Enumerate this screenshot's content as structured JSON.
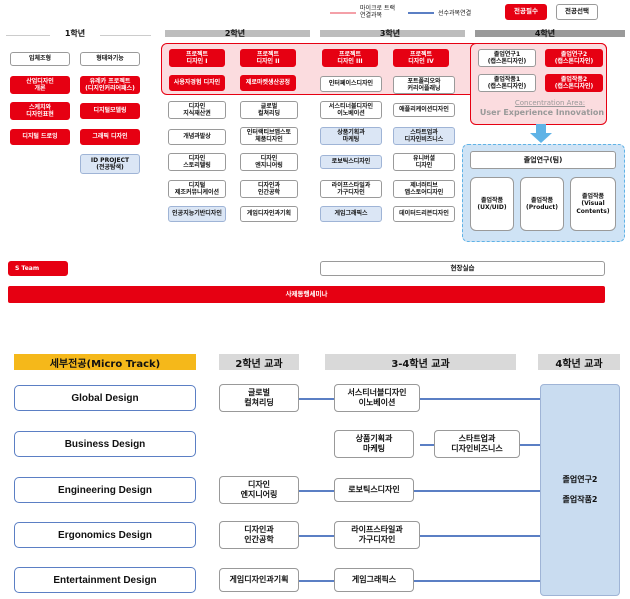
{
  "legend": {
    "micro_track": "마이크로 트랙\n연결과목",
    "prerequisite": "선수과목연결",
    "required": "전공필수",
    "elective": "전공선택",
    "colors": {
      "red": "#e60012",
      "blue": "#5b7fc4",
      "pink": "#f4a0a8",
      "light_blue": "#dbe6f5",
      "focus_blue": "#cfe3f5"
    }
  },
  "years": [
    "1학년",
    "2학년",
    "3학년",
    "4학년"
  ],
  "year1": {
    "col1": [
      "입체조형",
      "산업디자인\n개론",
      "스케치와\n디자인표현",
      "디지털 드로잉"
    ],
    "col2": [
      "형태와기능",
      "유레카 프로젝트\n(디지인커리어패스)",
      "디지털모델링",
      "그래픽 디자인",
      "ID PROJECT\n(전공탐색)"
    ]
  },
  "year2": {
    "projects": [
      "프로젝트\n디자인 I",
      "프로젝트\n디자인 II"
    ],
    "red2": [
      "사용자경험 디자인",
      "제로마켓생산공정"
    ],
    "col1": [
      "디자인\n지식재산권",
      "개념과발상",
      "디자인\n스토리텔링",
      "디지털\n제조커뮤니케이션",
      "인공지능기반디자인"
    ],
    "col2": [
      "글로벌\n컬쳐리딩",
      "인터랙티브앱스토\n체품디자인",
      "디자인\n엔지니어링",
      "디자인과\n인간공학",
      "게임디자인과기획"
    ]
  },
  "year3": {
    "projects": [
      "프로젝트\n디자인 III",
      "프로젝트\n디자인 IV"
    ],
    "col1": [
      "인터페이스디자인",
      "서스티너블디자인\n이노베이션",
      "상품기획과\n마케팅",
      "로보틱스디자인",
      "라이프스타일과\n가구디자인",
      "게임그래픽스"
    ],
    "col2": [
      "포트폴리오와\n커리어플래닝",
      "애플리케이션디자인",
      "스타트업과\n디자인비즈니스",
      "유니버셜\n디자인",
      "제너러티브\n앱스토어디자인",
      "데이터드리븐디자인"
    ]
  },
  "year4": {
    "grid": [
      "졸업연구1\n(캡스톤디자인)",
      "졸업연구2\n(캡스톤디자인)",
      "졸업작품1\n(캡스톤디자인)",
      "졸업작품2\n(캡스톤디자인)"
    ],
    "concentration_title": "Concentration Area:",
    "concentration_name": "User Experience Innovation",
    "research": "졸업연구(팀)",
    "works": [
      "졸업작품\n(UX/UID)",
      "졸업작품\n(Product)",
      "졸업작품\n(Visual\nContents)"
    ]
  },
  "bottom": {
    "s_team": "S Team",
    "internship": "현장실습",
    "seminar": "사제동행세미나"
  },
  "micro": {
    "header": "세부전공(Micro Track)",
    "col2": "2학년 교과",
    "col34": "3-4학년 교과",
    "col4": "4학년 교과",
    "tracks": [
      "Global Design",
      "Business Design",
      "Engineering Design",
      "Ergonomics Design",
      "Entertainment Design"
    ],
    "year2_courses": [
      "글로벌\n컬쳐리딩",
      "디자인\n엔지니어링",
      "디자인과\n인간공학",
      "게임디자인과기획"
    ],
    "year34_courses": [
      "서스티너블디자인\n이노베이션",
      "상품기획과\n마케팅",
      "스타트업과\n디자인비즈니스",
      "로보틱스디자인",
      "라이프스타일과\n가구디자인",
      "게임그래픽스"
    ],
    "final": "졸업연구2\n\n졸업작품2"
  }
}
